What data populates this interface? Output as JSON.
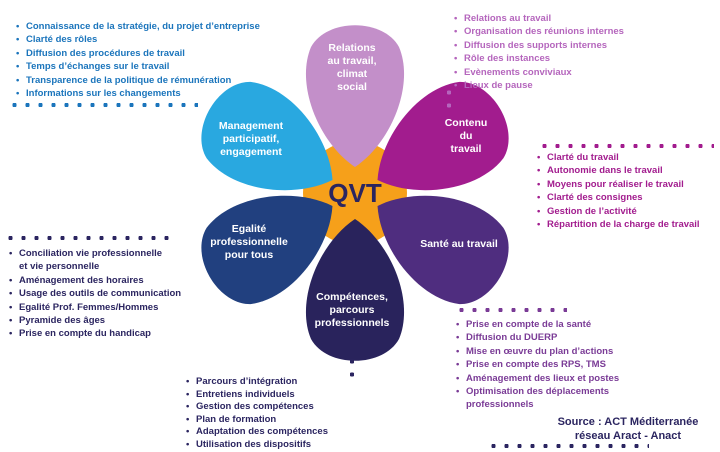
{
  "center": {
    "label": "QVT",
    "color": "#f6a01a",
    "text_color": "#2b2560"
  },
  "petals": [
    {
      "name": "relations-au-travail",
      "label": "Relations\nau travail,\nclimat\nsocial",
      "color": "#c38fc9"
    },
    {
      "name": "contenu-du-travail",
      "label": "Contenu\ndu\ntravail",
      "color": "#a21c8e"
    },
    {
      "name": "sante-au-travail",
      "label": "Santé au travail",
      "color": "#4f2d7f"
    },
    {
      "name": "competences-parcours",
      "label": "Compétences,\nparcours\nprofessionnels",
      "color": "#29235c"
    },
    {
      "name": "egalite-professionnelle",
      "label": "Egalité\nprofessionnelle\npour tous",
      "color": "#21407f"
    },
    {
      "name": "management-participatif",
      "label": "Management\nparticipatif,\nengagement",
      "color": "#29a8e0"
    }
  ],
  "lists": {
    "management": {
      "color": "#1b75bc",
      "items": [
        "Connaissance de la stratégie, du projet d’entreprise",
        "Clarté des rôles",
        "Diffusion des procédures de travail",
        "Temps d’échanges sur le travail",
        "Transparence de la politique de rémunération",
        "Informations sur les changements"
      ]
    },
    "relations": {
      "color": "#b566bd",
      "items": [
        "Relations au travail",
        "Organisation des réunions internes",
        "Diffusion des supports internes",
        "Rôle des instances",
        "Evènements conviviaux",
        "Lieux de pause"
      ]
    },
    "contenu": {
      "color": "#a21c8e",
      "items": [
        "Clarté du travail",
        "Autonomie dans le travail",
        "Moyens pour réaliser le travail",
        "Clarté des consignes",
        "Gestion de l’activité",
        "Répartition de la charge de travail"
      ]
    },
    "egalite": {
      "color": "#2b2560",
      "items": [
        "Conciliation vie professionnelle\net vie personnelle",
        "Aménagement des horaires",
        "Usage des outils de communication",
        "Egalité Prof. Femmes/Hommes",
        "Pyramide des âges",
        "Prise en compte du handicap"
      ]
    },
    "sante": {
      "color": "#7a3b96",
      "items": [
        "Prise en compte de la santé",
        "Diffusion du DUERP",
        "Mise en œuvre du plan d’actions",
        "Prise en compte des RPS, TMS",
        "Aménagement des lieux et postes",
        "Optimisation des déplacements\nprofessionnels"
      ]
    },
    "competences": {
      "color": "#2b2560",
      "items": [
        "Parcours d’intégration",
        "Entretiens individuels",
        "Gestion des compétences",
        "Plan de formation",
        "Adaptation des compétences",
        "Utilisation des dispositifs"
      ]
    }
  },
  "source": {
    "line1": "Source : ACT Méditerranée",
    "line2": "réseau Aract - Anact"
  }
}
